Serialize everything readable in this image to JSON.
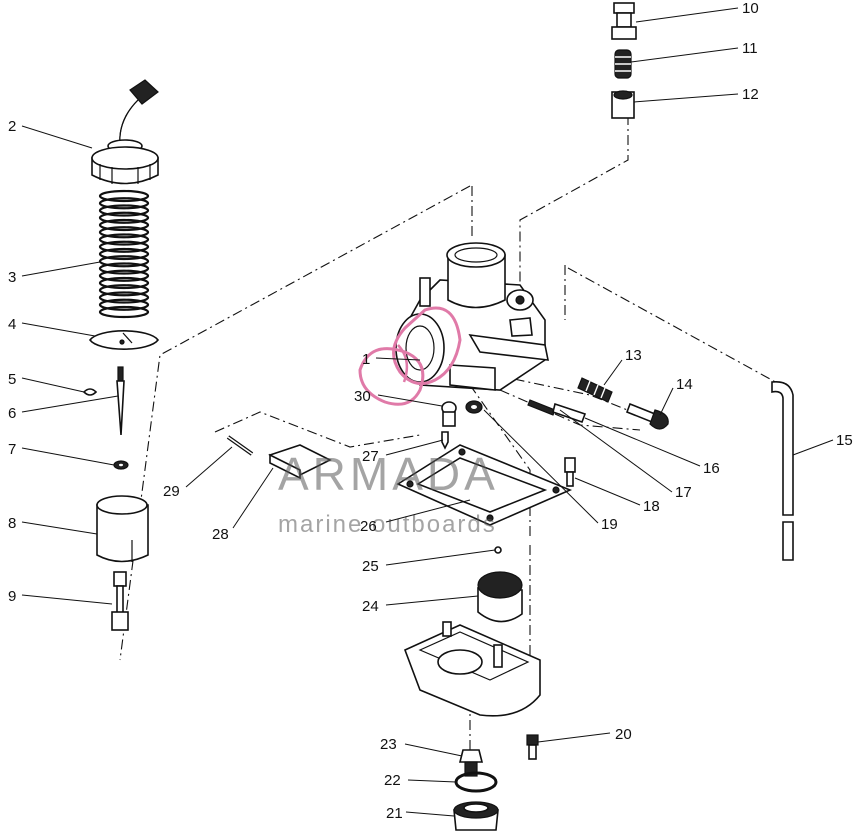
{
  "watermark": {
    "brand": "ARMADA",
    "tagline": "marine outboards",
    "logo_color": "#e07aa8",
    "text_color": "#5a5a5a"
  },
  "callouts": [
    {
      "id": "1",
      "text": "1"
    },
    {
      "id": "2",
      "text": "2"
    },
    {
      "id": "3",
      "text": "3"
    },
    {
      "id": "4",
      "text": "4"
    },
    {
      "id": "5",
      "text": "5"
    },
    {
      "id": "6",
      "text": "6"
    },
    {
      "id": "7",
      "text": "7"
    },
    {
      "id": "8",
      "text": "8"
    },
    {
      "id": "9",
      "text": "9"
    },
    {
      "id": "10",
      "text": "10"
    },
    {
      "id": "11",
      "text": "11"
    },
    {
      "id": "12",
      "text": "12"
    },
    {
      "id": "13",
      "text": "13"
    },
    {
      "id": "14",
      "text": "14"
    },
    {
      "id": "15",
      "text": "15"
    },
    {
      "id": "16",
      "text": "16"
    },
    {
      "id": "17",
      "text": "17"
    },
    {
      "id": "18",
      "text": "18"
    },
    {
      "id": "19",
      "text": "19"
    },
    {
      "id": "20",
      "text": "20"
    },
    {
      "id": "21",
      "text": "21"
    },
    {
      "id": "22",
      "text": "22"
    },
    {
      "id": "23",
      "text": "23"
    },
    {
      "id": "24",
      "text": "24"
    },
    {
      "id": "25",
      "text": "25"
    },
    {
      "id": "26",
      "text": "26"
    },
    {
      "id": "27",
      "text": "27"
    },
    {
      "id": "28",
      "text": "28"
    },
    {
      "id": "29",
      "text": "29"
    },
    {
      "id": "30",
      "text": "30"
    }
  ]
}
